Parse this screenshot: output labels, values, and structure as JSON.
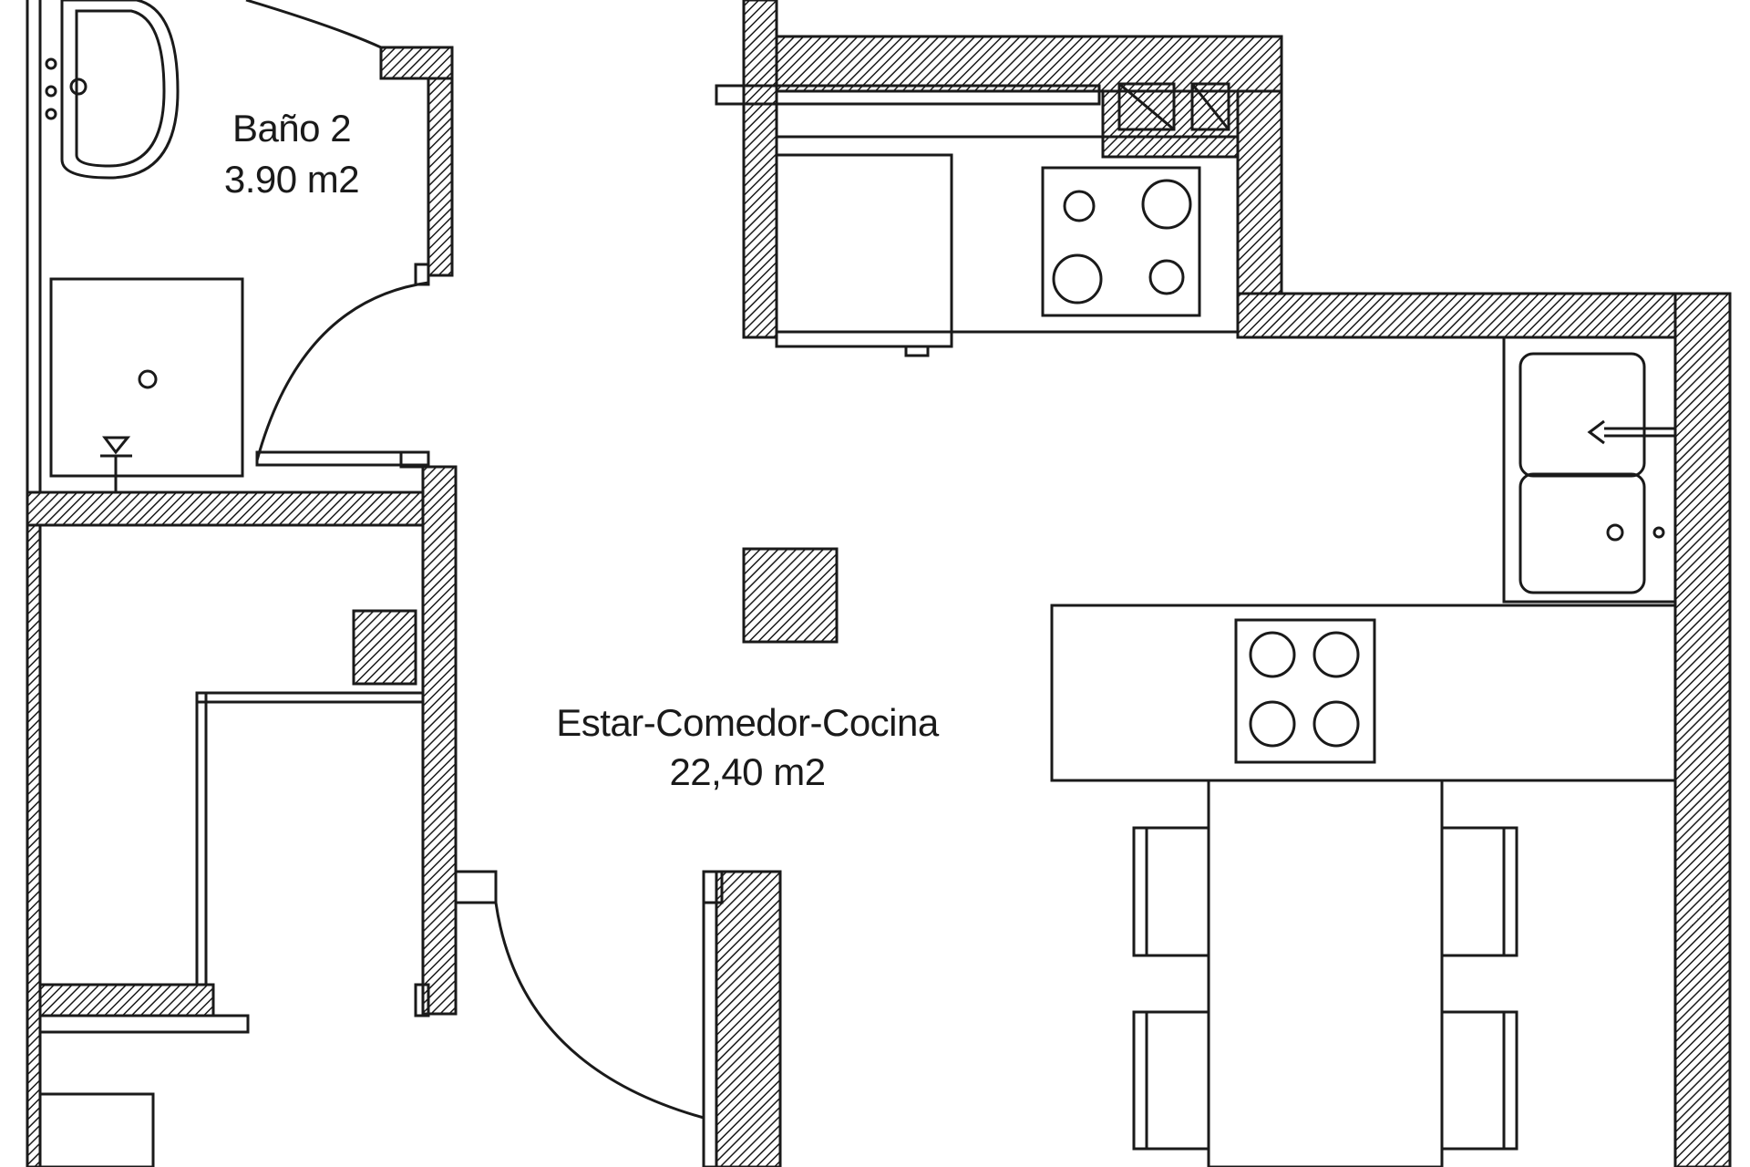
{
  "rooms": [
    {
      "name": "Baño 2",
      "area": "3.90 m2"
    },
    {
      "name": "Estar-Comedor-Cocina",
      "area": "22,40 m2"
    }
  ],
  "colors": {
    "line": "#1a1a1a",
    "hatch": "#1a1a1a",
    "background": "#ffffff"
  }
}
